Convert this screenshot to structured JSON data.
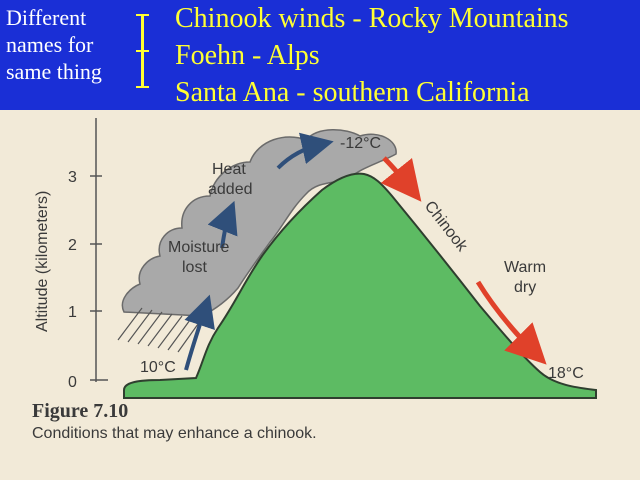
{
  "header": {
    "side_note": [
      "Different",
      "names for",
      "same thing"
    ],
    "winds": [
      "Chinook winds -  Rocky Mountains",
      "Foehn - Alps",
      "Santa Ana - southern California"
    ]
  },
  "figure": {
    "y_axis_label": "Altitude (kilometers)",
    "y_ticks": [
      "0",
      "1",
      "2",
      "3"
    ],
    "labels": {
      "start_temp": "10°C",
      "moisture": [
        "Moisture",
        "lost"
      ],
      "heat": [
        "Heat",
        "added"
      ],
      "summit_temp": "-12°C",
      "wind_name": "Chinook",
      "warm_dry": [
        "Warm",
        "dry"
      ],
      "end_temp": "18°C"
    },
    "caption_title": "Figure 7.10",
    "caption_text": "Conditions that may enhance a chinook."
  },
  "colors": {
    "background": "#1a2fd6",
    "header_text_yellow": "#ffff33",
    "header_text_white": "#ffffff",
    "mountain_green": "#5dbb63",
    "cloud_gray": "#a9a9a9",
    "arrow_red": "#e0412a",
    "arrow_blue": "#2f4f7a"
  }
}
